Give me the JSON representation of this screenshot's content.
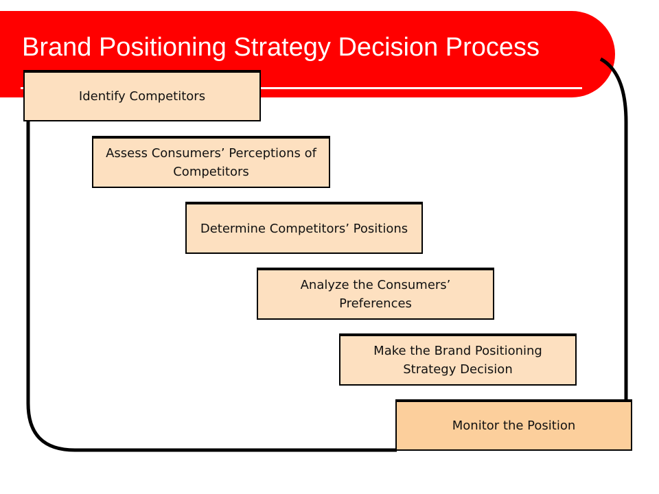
{
  "title": "Brand Positioning Strategy Decision Process",
  "colors": {
    "banner": "#ff0000",
    "step_fill": "#fde0c0",
    "final_step_fill": "#fccf9c",
    "border": "#000000"
  },
  "steps": [
    {
      "label": "Identify Competitors"
    },
    {
      "label": "Assess Consumers’ Perceptions of Competitors"
    },
    {
      "label": "Determine Competitors’ Positions"
    },
    {
      "label": "Analyze the Consumers’ Preferences"
    },
    {
      "label": "Make the Brand Positioning Strategy Decision"
    },
    {
      "label": "Monitor the Position"
    }
  ]
}
